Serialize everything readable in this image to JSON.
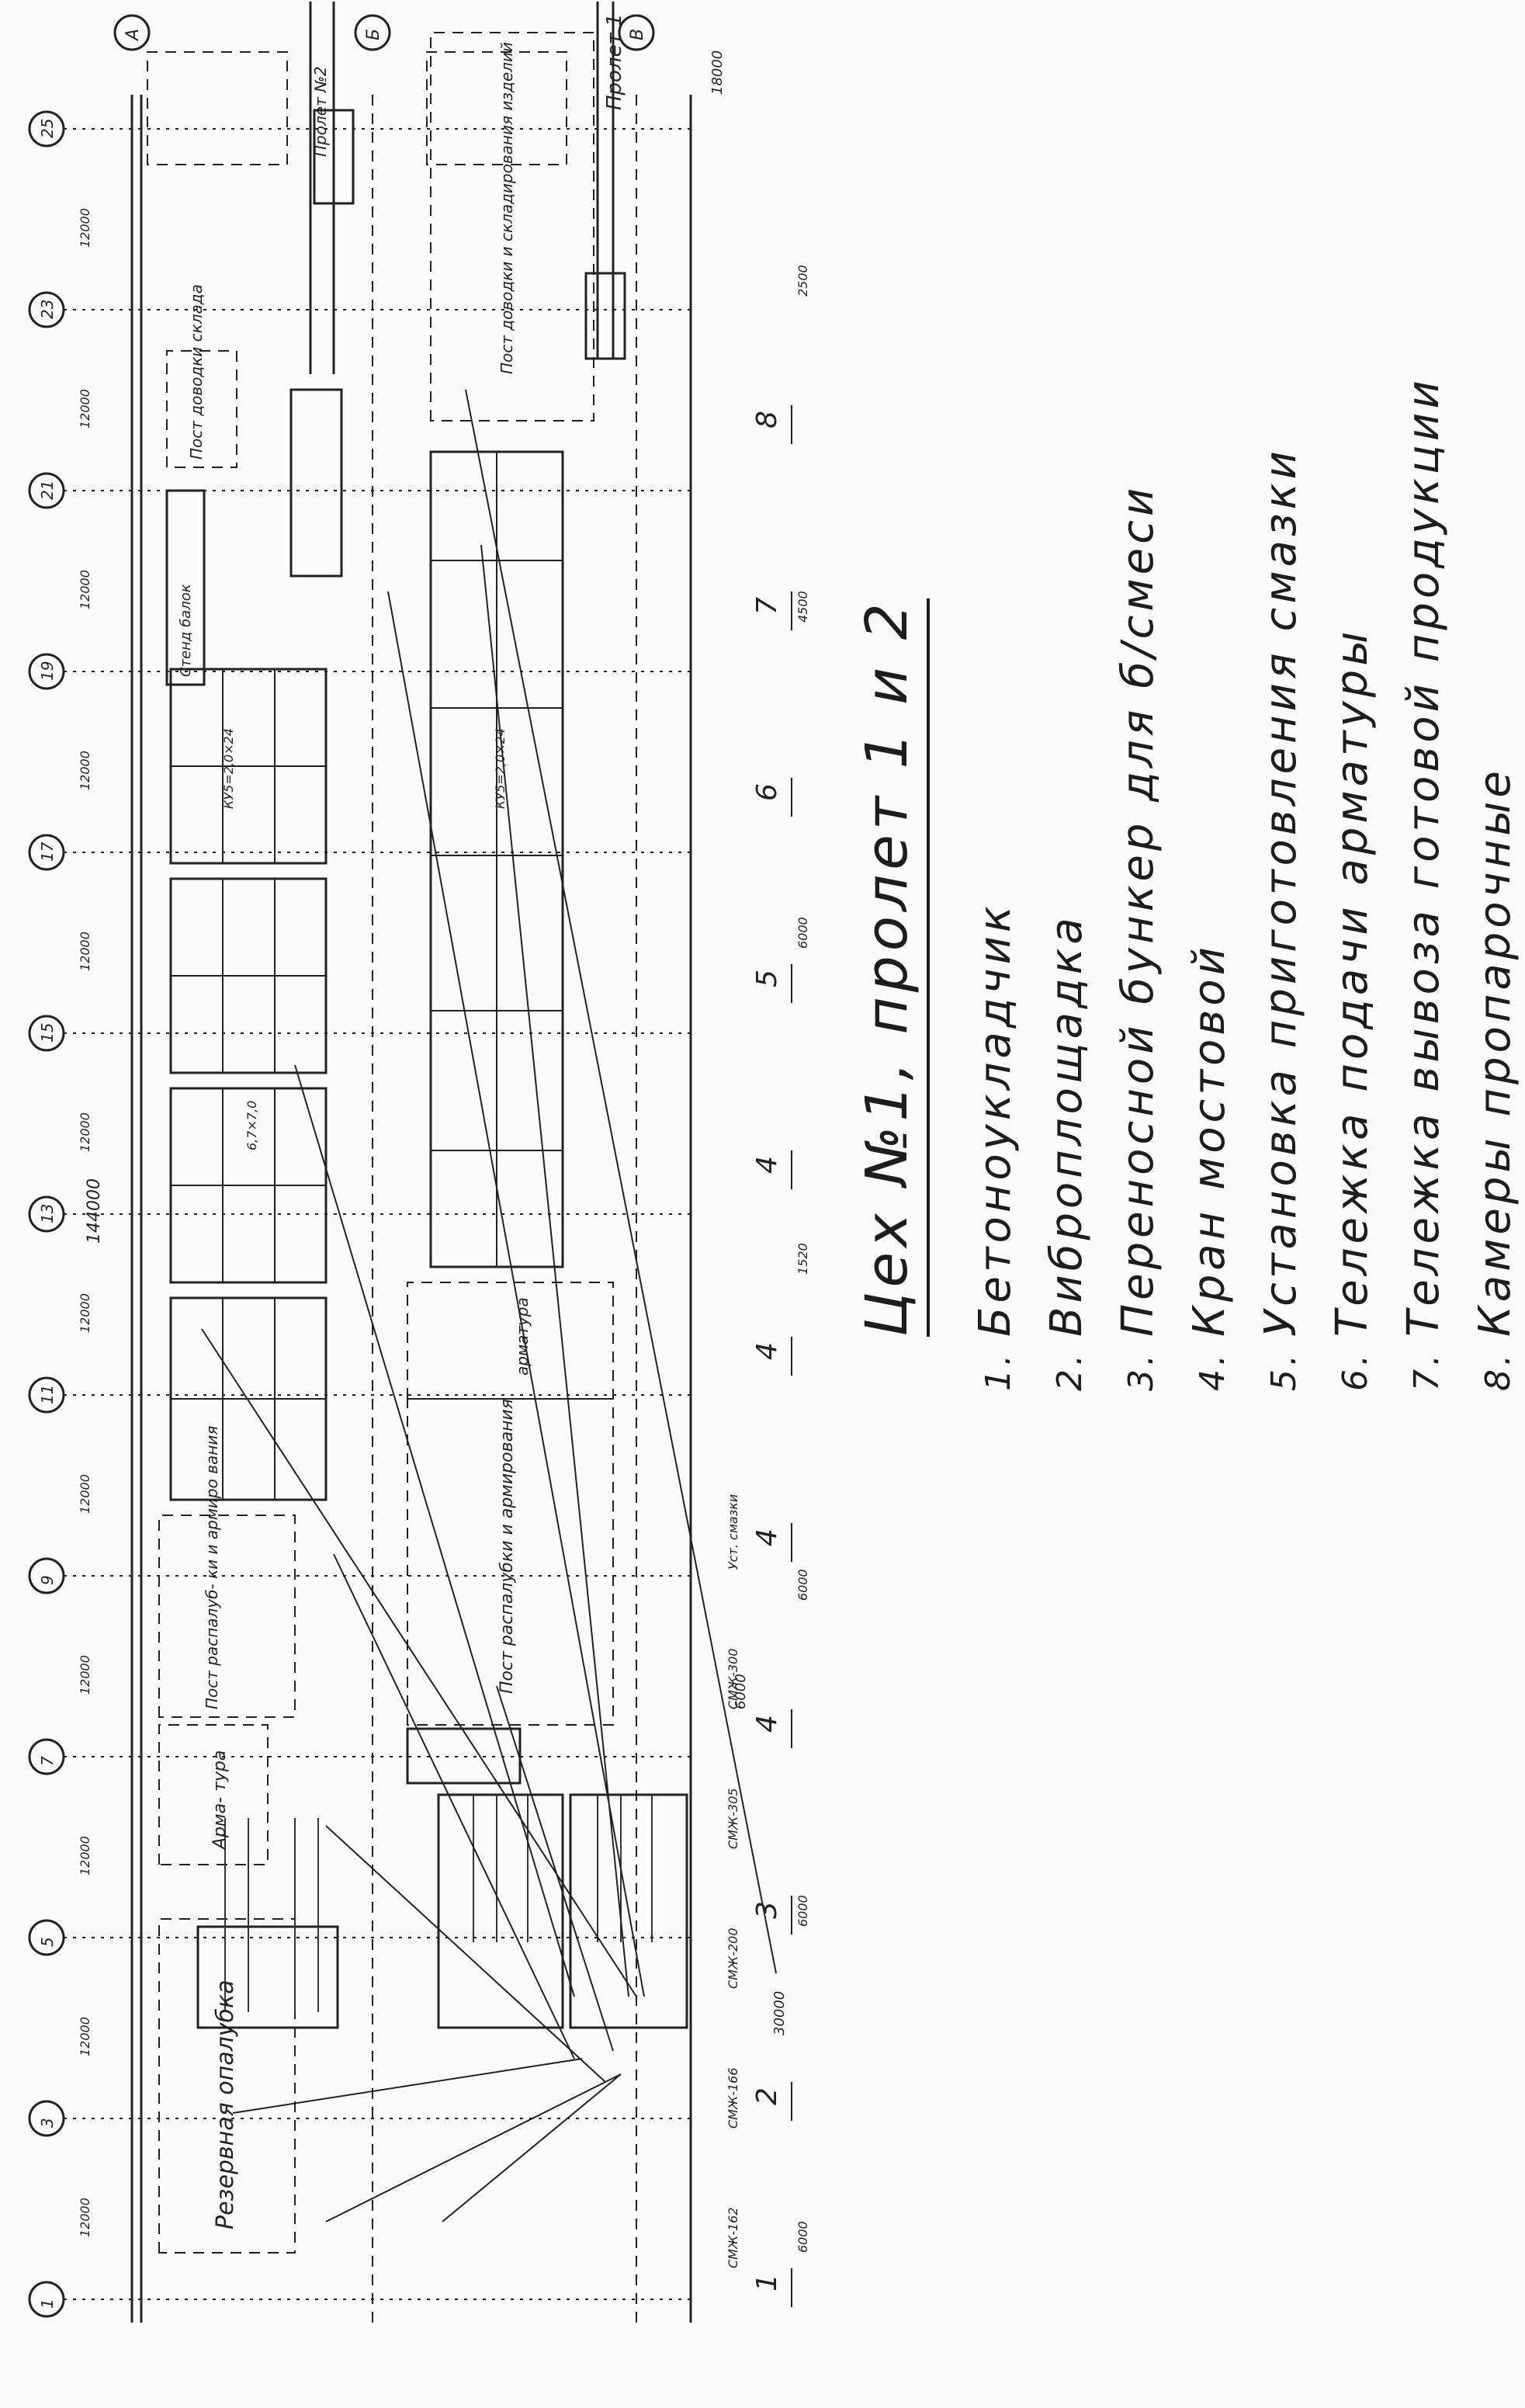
{
  "title": "Цех №1, пролет 1 и 2",
  "legend": [
    {
      "num": "1.",
      "text": "Бетоноукладчик"
    },
    {
      "num": "2.",
      "text": "Виброплощадка"
    },
    {
      "num": "3.",
      "text": "Переносной бункер для б/смеси"
    },
    {
      "num": "4.",
      "text": "Кран мостовой"
    },
    {
      "num": "5.",
      "text": "Установка приготовления смазки"
    },
    {
      "num": "6.",
      "text": "Тележка подачи арматуры"
    },
    {
      "num": "7.",
      "text": "Тележка вывоза готовой продукции"
    },
    {
      "num": "8.",
      "text": "Камеры пропарочные"
    }
  ],
  "axes": {
    "columns": [
      "1",
      "3",
      "5",
      "7",
      "9",
      "11",
      "13",
      "15",
      "17",
      "19",
      "21",
      "23",
      "25"
    ],
    "rows": [
      "А",
      "Б",
      "В"
    ]
  },
  "dimensions": {
    "total": "144000",
    "bays": [
      "12000",
      "12000",
      "12000",
      "12000",
      "12000",
      "12000",
      "12000",
      "12000",
      "12000",
      "12000",
      "12000",
      "12000"
    ],
    "spans": [
      "30000",
      "6000",
      "18000"
    ],
    "misc": [
      "6000",
      "6000",
      "6000",
      "1520",
      "6000",
      "4500",
      "2500"
    ]
  },
  "areas": {
    "reserve": "Резервная опалубка",
    "armatura": "Арма- тура",
    "post_raspalubki_top": "Пост распалуб- ки и армиро вания",
    "post_raspalubki_bottom": "Пост распалубки и армирования",
    "armatura_area": "арматура",
    "post_dovodki_sklad": "Пост доводки склада",
    "post_dovodki": "Пост доводки и складирования изделий",
    "stend": "Стенд балок",
    "prolet1": "Пролет 1",
    "prolet2": "Пролет №2",
    "chamber_note1": "КУ5=2,0×24",
    "chamber_note2": "6,7×7,0",
    "chamber_note3": "КУ5=2,0×24"
  },
  "equipment": [
    "СМЖ-162",
    "СМЖ-166",
    "СМЖ-200",
    "СМЖ-305",
    "СМЖ-300",
    "Уст. смазки"
  ],
  "callouts": [
    "1",
    "2",
    "3",
    "4",
    "4",
    "4",
    "4",
    "5",
    "6",
    "7",
    "8"
  ]
}
